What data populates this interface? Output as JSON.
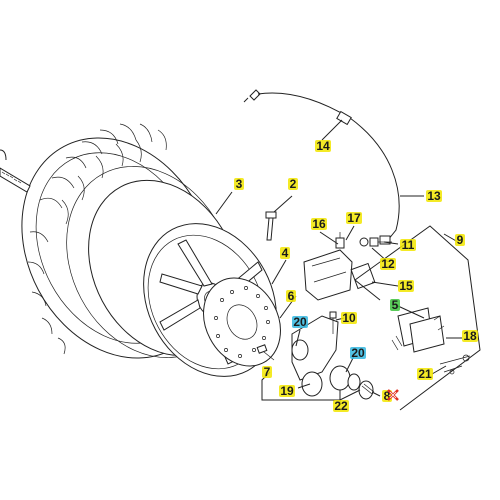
{
  "callouts": [
    {
      "id": "c1",
      "text": "14",
      "highlight": "#f2e600"
    },
    {
      "id": "c2",
      "text": "13",
      "highlight": "#f2e600"
    },
    {
      "id": "c3",
      "text": "3",
      "highlight": "#f2e600"
    },
    {
      "id": "c4",
      "text": "2",
      "highlight": "#f2e600"
    },
    {
      "id": "c5",
      "text": "16",
      "highlight": "#f2e600"
    },
    {
      "id": "c6",
      "text": "17",
      "highlight": "#f2e600"
    },
    {
      "id": "c7",
      "text": "11",
      "highlight": "#f2e600"
    },
    {
      "id": "c8",
      "text": "9",
      "highlight": "#f2e600"
    },
    {
      "id": "c9",
      "text": "4",
      "highlight": "#f2e600"
    },
    {
      "id": "c10",
      "text": "12",
      "highlight": "#f2e600"
    },
    {
      "id": "c11",
      "text": "15",
      "highlight": "#f2e600"
    },
    {
      "id": "c12",
      "text": "6",
      "highlight": "#f2e600"
    },
    {
      "id": "c13",
      "text": "5",
      "highlight": "#3cc23c"
    },
    {
      "id": "c14",
      "text": "10",
      "highlight": "#f2e600"
    },
    {
      "id": "c15",
      "text": "20",
      "highlight": "#33b7e0"
    },
    {
      "id": "c16",
      "text": "18",
      "highlight": "#f2e600"
    },
    {
      "id": "c17",
      "text": "20",
      "highlight": "#33b7e0"
    },
    {
      "id": "c18",
      "text": "7",
      "highlight": "#f2e600"
    },
    {
      "id": "c19",
      "text": "21",
      "highlight": "#f2e600"
    },
    {
      "id": "c20",
      "text": "19",
      "highlight": "#f2e600"
    },
    {
      "id": "c21",
      "text": "22",
      "highlight": "#f2e600"
    },
    {
      "id": "c22",
      "text": "8",
      "highlight": "#f2e600"
    }
  ],
  "colors": {
    "line": "#222222",
    "yellow_highlight": "#f2e600",
    "green_highlight": "#3cc23c",
    "cyan_highlight": "#33b7e0",
    "marker_red": "#e03020"
  }
}
